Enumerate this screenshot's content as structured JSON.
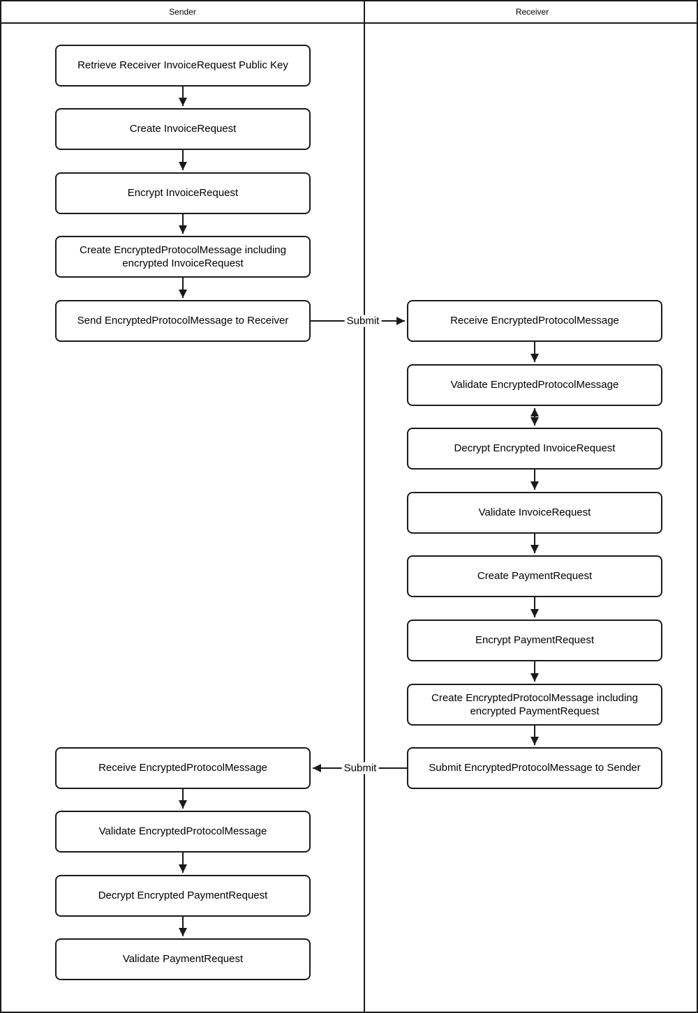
{
  "header": {
    "sender": "Sender",
    "receiver": "Receiver"
  },
  "nodes": {
    "s1": {
      "label": "Retrieve Receiver InvoiceRequest Public Key"
    },
    "s2": {
      "label": "Create InvoiceRequest"
    },
    "s3": {
      "label": "Encrypt InvoiceRequest"
    },
    "s4": {
      "label": "Create EncryptedProtocolMessage including encrypted InvoiceRequest"
    },
    "s5": {
      "label": "Send EncryptedProtocolMessage to Receiver"
    },
    "s6": {
      "label": "Receive EncryptedProtocolMessage"
    },
    "s7": {
      "label": "Validate EncryptedProtocolMessage"
    },
    "s8": {
      "label": "Decrypt Encrypted PaymentRequest"
    },
    "s9": {
      "label": "Validate PaymentRequest"
    },
    "r1": {
      "label": "Receive EncryptedProtocolMessage"
    },
    "r2": {
      "label": "Validate EncryptedProtocolMessage"
    },
    "r3": {
      "label": "Decrypt Encrypted InvoiceRequest"
    },
    "r4": {
      "label": "Validate InvoiceRequest"
    },
    "r5": {
      "label": "Create PaymentRequest"
    },
    "r6": {
      "label": "Encrypt PaymentRequest"
    },
    "r7": {
      "label": "Create EncryptedProtocolMessage including encrypted PaymentRequest"
    },
    "r8": {
      "label": "Submit EncryptedProtocolMessage to Sender"
    }
  },
  "edges": [
    {
      "from": "s1",
      "to": "s2",
      "label": "",
      "direction": "down"
    },
    {
      "from": "s2",
      "to": "s3",
      "label": "",
      "direction": "down"
    },
    {
      "from": "s3",
      "to": "s4",
      "label": "",
      "direction": "down"
    },
    {
      "from": "s4",
      "to": "s5",
      "label": "",
      "direction": "down"
    },
    {
      "from": "s5",
      "to": "r1",
      "label": "Submit",
      "direction": "right"
    },
    {
      "from": "r1",
      "to": "r2",
      "label": "",
      "direction": "down"
    },
    {
      "from": "r2",
      "to": "r3",
      "label": "",
      "direction": "both"
    },
    {
      "from": "r3",
      "to": "r4",
      "label": "",
      "direction": "down"
    },
    {
      "from": "r4",
      "to": "r5",
      "label": "",
      "direction": "down"
    },
    {
      "from": "r5",
      "to": "r6",
      "label": "",
      "direction": "down"
    },
    {
      "from": "r6",
      "to": "r7",
      "label": "",
      "direction": "down"
    },
    {
      "from": "r7",
      "to": "r8",
      "label": "",
      "direction": "down"
    },
    {
      "from": "r8",
      "to": "s6",
      "label": "Submit",
      "direction": "left"
    },
    {
      "from": "s6",
      "to": "s7",
      "label": "",
      "direction": "down"
    },
    {
      "from": "s7",
      "to": "s8",
      "label": "",
      "direction": "down"
    },
    {
      "from": "s8",
      "to": "s9",
      "label": "",
      "direction": "down"
    }
  ],
  "colors": {
    "line": "#1a1a1a",
    "box_fill": "#ffffff",
    "background": "#ffffff"
  }
}
